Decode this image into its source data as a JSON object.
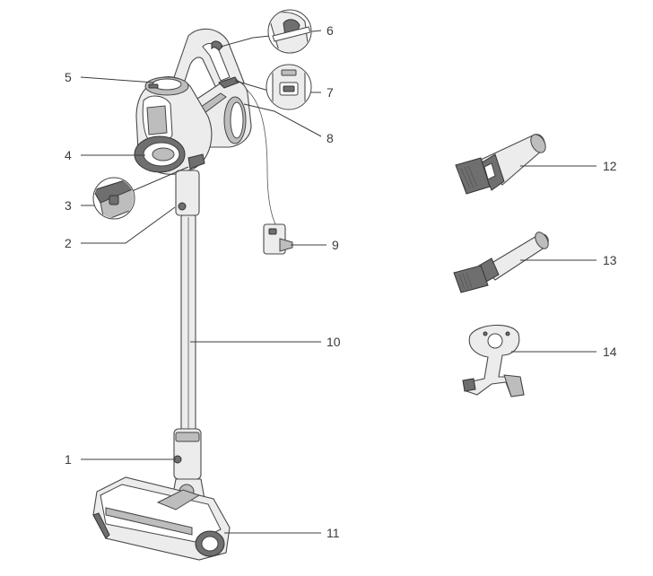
{
  "callouts": [
    "1",
    "2",
    "3",
    "4",
    "5",
    "6",
    "7",
    "8",
    "9",
    "10",
    "11",
    "12",
    "13",
    "14"
  ],
  "colors": {
    "line": "#3c3c3c",
    "body": "#ececec",
    "shade": "#6f6f6f",
    "label": "#3a3a3a"
  }
}
